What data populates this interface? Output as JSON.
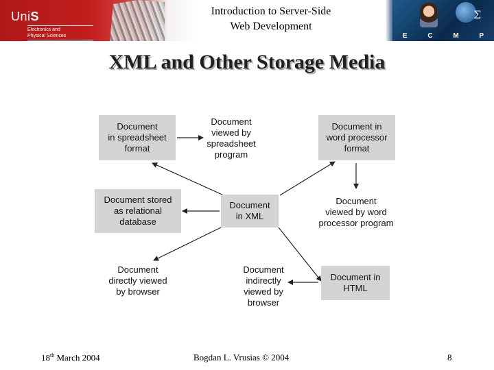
{
  "header": {
    "logo_prefix": "Uni",
    "logo_suffix": "S",
    "logo_sub_line1": "Electronics and",
    "logo_sub_line2": "Physical Sciences",
    "title_line1": "Introduction to Server-Side",
    "title_line2": "Web Development",
    "ecmp_letters": [
      "E",
      "C",
      "M",
      "P"
    ]
  },
  "slide": {
    "title": "XML and Other Storage Media"
  },
  "diagram": {
    "nodes": {
      "spreadsheet_doc": [
        "Document",
        "in spreadsheet",
        "format"
      ],
      "spreadsheet_view": [
        "Document",
        "viewed by",
        "spreadsheet",
        "program"
      ],
      "word_doc": [
        "Document in",
        "word processor",
        "format"
      ],
      "relational": [
        "Document stored",
        "as relational",
        "database"
      ],
      "xml": [
        "Document",
        "in XML"
      ],
      "word_view": [
        "Document",
        "viewed by word",
        "processor program"
      ],
      "browser_direct": [
        "Document",
        "directly viewed",
        "by browser"
      ],
      "browser_indirect": [
        "Document",
        "indirectly",
        "viewed by",
        "browser"
      ],
      "html": [
        "Document in",
        "HTML"
      ]
    }
  },
  "footer": {
    "date_day": "18",
    "date_sup": "th",
    "date_rest": " March 2004",
    "author": "Bogdan L. Vrusias © 2004",
    "page_number": "8"
  },
  "colors": {
    "header_red": "#b01818",
    "box_gray": "#d4d4d4",
    "header_blue": "#0b2f57"
  }
}
